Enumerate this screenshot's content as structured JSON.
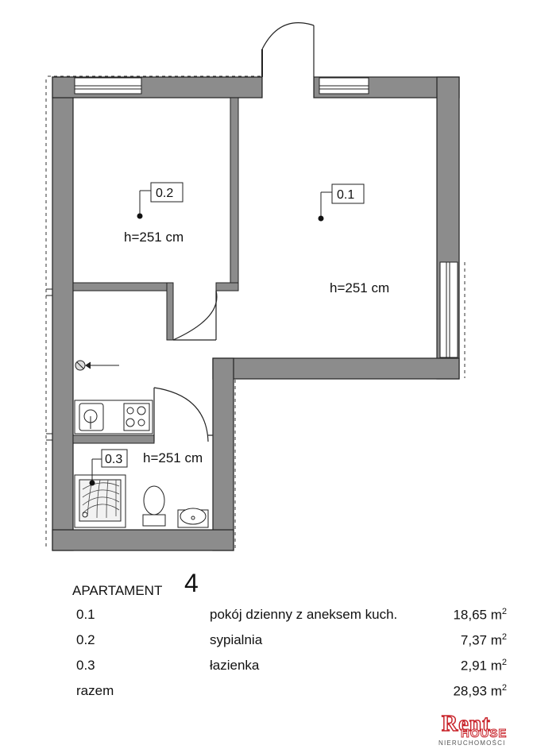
{
  "rooms": [
    {
      "id": "0.1",
      "height": "h=251 cm"
    },
    {
      "id": "0.2",
      "height": "h=251 cm"
    },
    {
      "id": "0.3",
      "height": "h=251 cm"
    }
  ],
  "legend": {
    "title": "APARTAMENT",
    "number": "4",
    "unit_exponent": "2",
    "rows": [
      {
        "id": "0.1",
        "name": "pokój dzienny z aneksem kuch.",
        "area": "18,65 m"
      },
      {
        "id": "0.2",
        "name": "sypialnia",
        "area": "7,37 m"
      },
      {
        "id": "0.3",
        "name": "łazienka",
        "area": "2,91 m"
      },
      {
        "id": "razem",
        "name": "",
        "area": "28,93 m"
      }
    ]
  },
  "logo": {
    "word1": "Rent",
    "word2": "HOUSE",
    "tagline": "NIERUCHOMOŚCI"
  },
  "colors": {
    "wall": "#8c8c8c",
    "wall_outline": "#222222",
    "logo_red": "#c9252c"
  }
}
